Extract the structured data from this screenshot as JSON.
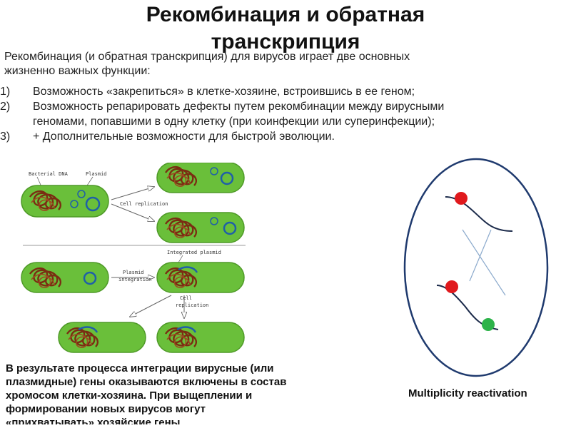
{
  "title": {
    "line1": "Рекомбинация и обратная",
    "line2": "транскрипция"
  },
  "intro": {
    "line1": "Рекомбинация (и обратная транскрипция) для вирусов играет две основных",
    "line2": "жизненно важных функции:"
  },
  "list": [
    {
      "num": "1)",
      "line1": "Возможность «закрепиться» в клетке-хозяине, встроившись в ее геном;",
      "line2": ""
    },
    {
      "num": "2)",
      "line1": "Возможность репарировать дефекты путем рекомбинации между вирусными",
      "line2": "геномами, попавшими в одну клетку (при коинфекции или суперинфекции);"
    },
    {
      "num": "3)",
      "line1": "+ Дополнительные возможности для быстрой эволюции.",
      "line2": ""
    }
  ],
  "diagram": {
    "label_bacterial_dna": "Bacterial DNA",
    "label_plasmid": "Plasmid",
    "label_cell_replication": "Cell replication",
    "label_integrated_plasmid": "Integrated plasmid",
    "label_plasmid_integration_1": "Plasmid",
    "label_plasmid_integration_2": "integration",
    "label_cell_replication2_1": "Cell",
    "label_cell_replication2_2": "replication",
    "cell_color": "#6abf3a",
    "dna_color": "#8b3a1a",
    "plasmid_color": "#1f5fa8"
  },
  "note": {
    "line1": "В результате процесса интеграции вирусные (или",
    "line2": "плазмидные) гены оказываются включены в состав",
    "line3": "хромосом клетки-хозяина. При выщеплении и",
    "line4": "формировании новых вирусов могут",
    "line5": "«прихватывать» хозяйские гены"
  },
  "reactivation": {
    "caption": "Multiplicity reactivation",
    "marker_red": "#e0191d",
    "marker_green": "#2db34a"
  }
}
